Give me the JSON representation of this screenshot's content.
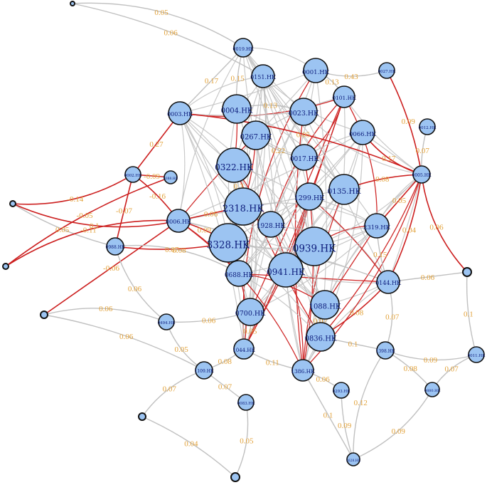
{
  "colors": {
    "node_fill": "#9cc4f2",
    "node_stroke": "#111111",
    "node_text": "#0b1a7a",
    "edge_gray": "#c0c0c0",
    "edge_red": "#cc1f1f",
    "edge_label": "#e2a23a"
  },
  "nodes": [
    {
      "id": "top",
      "label": ""
    },
    {
      "id": "0019",
      "label": "0019.HK"
    },
    {
      "id": "0151",
      "label": "0151.HK"
    },
    {
      "id": "0001",
      "label": "0001.HK"
    },
    {
      "id": "0027",
      "label": "0027.HK"
    },
    {
      "id": "0101",
      "label": "0101.HK"
    },
    {
      "id": "0003",
      "label": "0003.HK"
    },
    {
      "id": "0004",
      "label": "0004.HK"
    },
    {
      "id": "0023",
      "label": "0023.HK"
    },
    {
      "id": "0012",
      "label": "0012.HK"
    },
    {
      "id": "0066",
      "label": "0066.HK"
    },
    {
      "id": "0267",
      "label": "0267.HK"
    },
    {
      "id": "0017",
      "label": "0017.HK"
    },
    {
      "id": "0002",
      "label": "0002.HK"
    },
    {
      "id": "0388",
      "label": "0388.HK"
    },
    {
      "id": "0322",
      "label": "0322.HK"
    },
    {
      "id": "0005",
      "label": "0005.HK"
    },
    {
      "id": "1299",
      "label": "1299.HK"
    },
    {
      "id": "0135",
      "label": "0135.HK"
    },
    {
      "id": "2318",
      "label": "2318.HK"
    },
    {
      "id": "0006",
      "label": "0006.HK"
    },
    {
      "id": "1928",
      "label": "1928.HK"
    },
    {
      "id": "2319",
      "label": "2319.HK"
    },
    {
      "id": "0988",
      "label": "0988.HK"
    },
    {
      "id": "3328",
      "label": "3328.HK"
    },
    {
      "id": "0939",
      "label": "0939.HK"
    },
    {
      "id": "0688",
      "label": "0688.HK"
    },
    {
      "id": "0941",
      "label": "0941.HK"
    },
    {
      "id": "0144",
      "label": "0144.HK"
    },
    {
      "id": "0700",
      "label": "0700.HK"
    },
    {
      "id": "1088",
      "label": "1088.HK"
    },
    {
      "id": "0494",
      "label": "0494.HK"
    },
    {
      "id": "0836",
      "label": "0836.HK"
    },
    {
      "id": "1044",
      "label": "1044.HK"
    },
    {
      "id": "1398",
      "label": "1398.HK"
    },
    {
      "id": "1109",
      "label": "1109.HK"
    },
    {
      "id": "1386",
      "label": "1386.HK"
    },
    {
      "id": "0293",
      "label": "0293.HK"
    },
    {
      "id": "0083",
      "label": "0083.HK"
    },
    {
      "id": "0880",
      "label": "0880.HK"
    },
    {
      "id": "0011",
      "label": "0011.HK"
    },
    {
      "id": "2628",
      "label": "2628.HK"
    },
    {
      "id": "1038",
      "label": ""
    },
    {
      "id": "0267b",
      "label": ""
    },
    {
      "id": "left1",
      "label": ""
    },
    {
      "id": "left2",
      "label": ""
    },
    {
      "id": "left3",
      "label": ""
    },
    {
      "id": "right1",
      "label": ""
    },
    {
      "id": "bottom1",
      "label": ""
    },
    {
      "id": "bottomleft",
      "label": ""
    }
  ],
  "edges": [
    {
      "a": "top",
      "b": "0019",
      "color": "gray",
      "label": "0.05"
    },
    {
      "a": "top",
      "b": "0151",
      "color": "gray",
      "label": "0.06"
    },
    {
      "a": "0019",
      "b": "0003",
      "color": "gray",
      "label": "0.17"
    },
    {
      "a": "0019",
      "b": "0004",
      "color": "gray",
      "label": "0.15"
    },
    {
      "a": "0001",
      "b": "0027",
      "color": "gray",
      "label": "0.43"
    },
    {
      "a": "0001",
      "b": "0101",
      "color": "gray",
      "label": "0.13"
    },
    {
      "a": "0027",
      "b": "0005",
      "color": "red",
      "label": "0.09"
    },
    {
      "a": "0003",
      "b": "0002",
      "color": "red",
      "label": "0.27"
    },
    {
      "a": "0012",
      "b": "0005",
      "color": "gray",
      "label": "0.07"
    },
    {
      "a": "0066",
      "b": "0005",
      "color": "red",
      "label": "0.17"
    },
    {
      "a": "0002",
      "b": "left1",
      "color": "red",
      "label": "-0.14"
    },
    {
      "a": "0002",
      "b": "0006",
      "color": "red",
      "label": "-0.16"
    },
    {
      "a": "0002",
      "b": "0988",
      "color": "red",
      "label": "-0.07"
    },
    {
      "a": "left1",
      "b": "0988",
      "color": "gray",
      "label": "0.05"
    },
    {
      "a": "left1",
      "b": "0006",
      "color": "red",
      "label": "0.1"
    },
    {
      "a": "left2",
      "b": "0006",
      "color": "red",
      "label": "-0.11"
    },
    {
      "a": "left2",
      "b": "0388",
      "color": "red",
      "label": "-0.05"
    },
    {
      "a": "left3",
      "b": "0006",
      "color": "red",
      "label": "-0.06"
    },
    {
      "a": "0988",
      "b": "3328",
      "color": "red",
      "label": "0.07"
    },
    {
      "a": "0988",
      "b": "0494",
      "color": "gray",
      "label": "0.06"
    },
    {
      "a": "0988",
      "b": "0688",
      "color": "gray",
      "label": "0.08"
    },
    {
      "a": "0006",
      "b": "3328",
      "color": "red",
      "label": "0.09"
    },
    {
      "a": "0006",
      "b": "2318",
      "color": "red",
      "label": "0.06"
    },
    {
      "a": "0494",
      "b": "0700",
      "color": "gray",
      "label": "0.06"
    },
    {
      "a": "0494",
      "b": "1109",
      "color": "gray",
      "label": "0.05"
    },
    {
      "a": "left3",
      "b": "0494",
      "color": "gray",
      "label": "0.06"
    },
    {
      "a": "left3",
      "b": "1109",
      "color": "gray",
      "label": "0.06"
    },
    {
      "a": "1109",
      "b": "0083",
      "color": "gray",
      "label": "0.07"
    },
    {
      "a": "1109",
      "b": "1044",
      "color": "gray",
      "label": "0.08"
    },
    {
      "a": "1109",
      "b": "bottomleft",
      "color": "gray",
      "label": "0.07"
    },
    {
      "a": "0083",
      "b": "bottom1",
      "color": "gray",
      "label": "0.05"
    },
    {
      "a": "bottomleft",
      "b": "bottom1",
      "color": "gray",
      "label": "0.04"
    },
    {
      "a": "1386",
      "b": "2628",
      "color": "gray",
      "label": "0.1"
    },
    {
      "a": "0293",
      "b": "2628",
      "color": "gray",
      "label": "0.09"
    },
    {
      "a": "1398",
      "b": "2628",
      "color": "gray",
      "label": "0.12"
    },
    {
      "a": "0880",
      "b": "2628",
      "color": "gray",
      "label": "0.09"
    },
    {
      "a": "1398",
      "b": "0880",
      "color": "gray",
      "label": "0.08"
    },
    {
      "a": "right1",
      "b": "0144",
      "color": "gray",
      "label": "0.06"
    },
    {
      "a": "right1",
      "b": "0011",
      "color": "gray",
      "label": "0.1"
    },
    {
      "a": "0011",
      "b": "0880",
      "color": "gray",
      "label": "0.07"
    },
    {
      "a": "0011",
      "b": "1398",
      "color": "gray",
      "label": "0.09"
    },
    {
      "a": "0005",
      "b": "0144",
      "color": "red",
      "label": "0.04"
    },
    {
      "a": "0005",
      "b": "2319",
      "color": "red",
      "label": "0.05"
    },
    {
      "a": "0005",
      "b": "0135",
      "color": "red",
      "label": "0.08"
    },
    {
      "a": "0005",
      "b": "right1",
      "color": "red",
      "label": "0.06"
    },
    {
      "a": "0144",
      "b": "1398",
      "color": "gray",
      "label": "0.07"
    },
    {
      "a": "0144",
      "b": "0836",
      "color": "red",
      "label": "0.08"
    },
    {
      "a": "0322",
      "b": "2318",
      "color": "gray",
      "label": "0.3"
    },
    {
      "a": "0939",
      "b": "0941",
      "color": "gray",
      "label": "0.08"
    },
    {
      "a": "1088",
      "b": "0836",
      "color": "gray",
      "label": "0.07"
    },
    {
      "a": "0700",
      "b": "1044",
      "color": "gray",
      "label": "0.05"
    },
    {
      "a": "1386",
      "b": "0293",
      "color": "gray",
      "label": "0.06"
    },
    {
      "a": "0836",
      "b": "1398",
      "color": "gray",
      "label": "0.1"
    },
    {
      "a": "1044",
      "b": "1386",
      "color": "gray",
      "label": "0.11"
    },
    {
      "a": "0267",
      "b": "0017",
      "color": "gray",
      "label": "0.22"
    },
    {
      "a": "0004",
      "b": "0023",
      "color": "gray",
      "label": "0.13"
    },
    {
      "a": "0003",
      "b": "0005",
      "color": "red",
      "label": "0.05"
    },
    {
      "a": "0388",
      "b": "0002",
      "color": "red",
      "label": "-0.09"
    },
    {
      "a": "2319",
      "b": "0144",
      "color": "gray",
      "label": "0.15"
    }
  ]
}
